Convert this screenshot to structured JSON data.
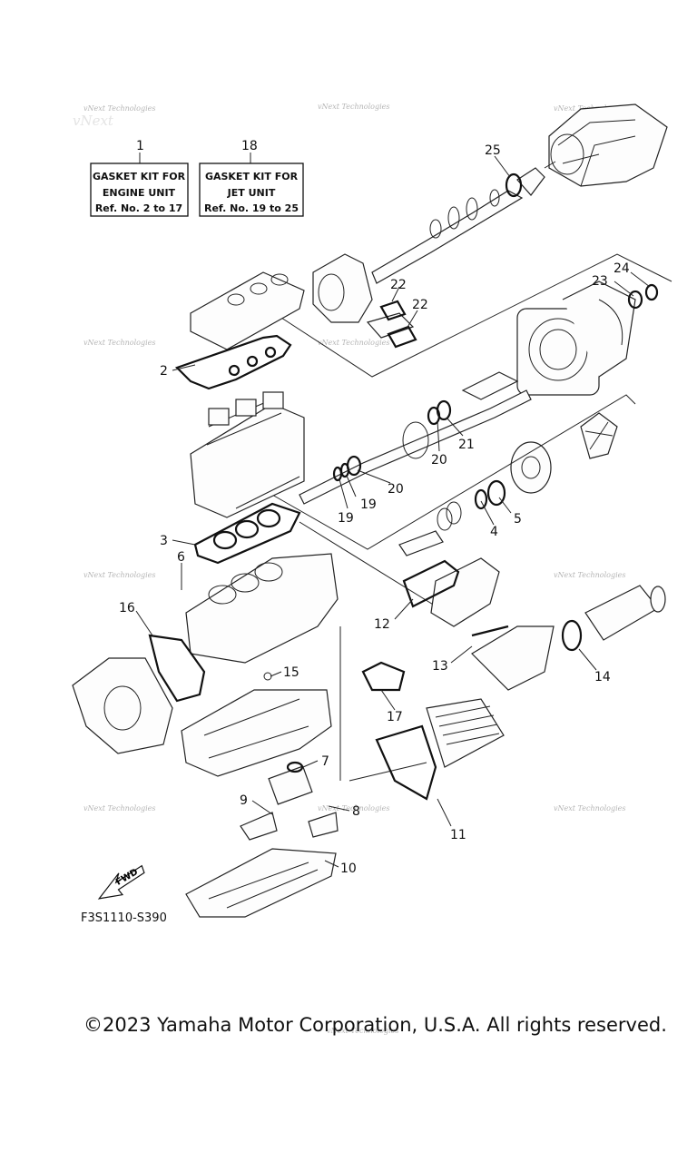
{
  "kits": [
    {
      "callout": "1",
      "line1": "GASKET KIT FOR",
      "line2": "ENGINE UNIT",
      "line3": "Ref. No. 2 to 17"
    },
    {
      "callout": "18",
      "line1": "GASKET KIT FOR",
      "line2": "JET UNIT",
      "line3": "Ref. No. 19 to 25"
    }
  ],
  "callouts": [
    "2",
    "3",
    "4",
    "5",
    "6",
    "7",
    "8",
    "9",
    "10",
    "11",
    "12",
    "13",
    "14",
    "15",
    "16",
    "17",
    "19",
    "19",
    "20",
    "20",
    "21",
    "22",
    "22",
    "23",
    "24",
    "25"
  ],
  "watermark": "vNext Technologies",
  "fwd_label": "FWD",
  "diagram_code": "F3S1110-S390",
  "copyright": "©2023 Yamaha Motor Corporation, U.S.A. All rights reserved."
}
